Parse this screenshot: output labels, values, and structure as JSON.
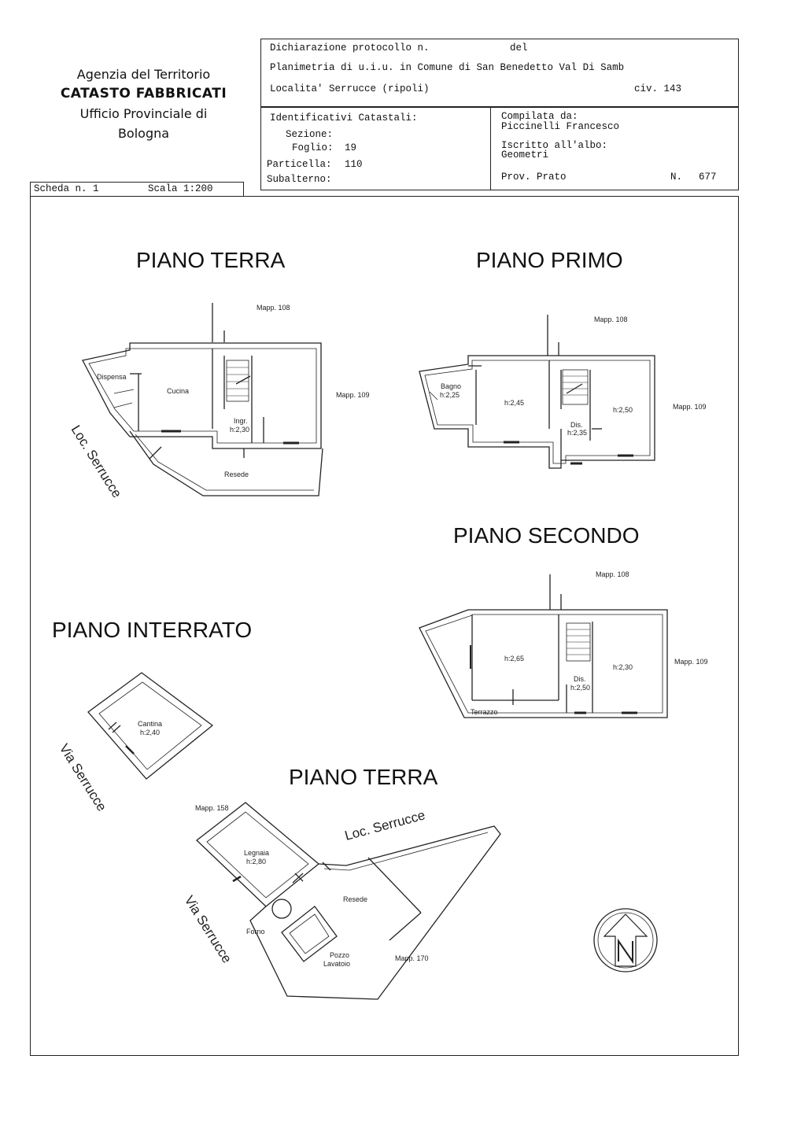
{
  "agency": {
    "line1": "Agenzia del Territorio",
    "line2": "CATASTO FABBRICATI",
    "line3": "Ufficio Provinciale di",
    "line4": "Bologna"
  },
  "header": {
    "dichiarazione": "Dichiarazione protocollo n.",
    "del": "del",
    "planimetria": "Planimetria di u.i.u. in Comune di San Benedetto Val Di Samb",
    "localita": "Localita' Serrucce (ripoli)",
    "civ": "civ. 143"
  },
  "identificativi": {
    "title": "Identificativi Catastali:",
    "sezione_label": "Sezione:",
    "sezione_value": "",
    "foglio_label": "Foglio:",
    "foglio_value": "19",
    "particella_label": "Particella:",
    "particella_value": "110",
    "subalterno_label": "Subalterno:",
    "subalterno_value": ""
  },
  "compilata": {
    "label": "Compilata da:",
    "name": "Piccinelli Francesco",
    "iscritto_label": "Iscritto all'albo:",
    "iscritto_value": "Geometri",
    "prov_label": "Prov. Prato",
    "n_label": "N.",
    "n_value": "677"
  },
  "scheda": {
    "label": "Scheda n. 1",
    "scala": "Scala 1:200"
  },
  "plans": {
    "piano_terra": {
      "title": "PIANO TERRA",
      "mapp_top": "Mapp. 108",
      "mapp_right": "Mapp. 109",
      "room_dispensa": "Dispensa",
      "room_cucina": "Cucina",
      "room_ingr": "Ingr.",
      "room_ingr_h": "h:2,30",
      "room_resede": "Resede",
      "street": "Loc. Serrucce"
    },
    "piano_primo": {
      "title": "PIANO PRIMO",
      "mapp_top": "Mapp. 108",
      "mapp_right": "Mapp. 109",
      "room_bagno": "Bagno",
      "room_bagno_h": "h:2,25",
      "room1_h": "h:2,45",
      "room_dis": "Dis.",
      "room_dis_h": "h:2,35",
      "room2_h": "h:2,50"
    },
    "piano_secondo": {
      "title": "PIANO SECONDO",
      "mapp_top": "Mapp. 108",
      "mapp_right": "Mapp. 109",
      "room1_h": "h:2,65",
      "room_dis": "Dis.",
      "room_dis_h": "h:2,50",
      "room2_h": "h:2,30",
      "terrazzo": "Terrazzo"
    },
    "piano_interrato": {
      "title": "PIANO INTERRATO",
      "room_cantina": "Cantina",
      "room_cantina_h": "h:2,40",
      "street": "Via Serrucce"
    },
    "piano_terra_2": {
      "title": "PIANO TERRA",
      "mapp_158": "Mapp. 158",
      "mapp_170": "Mapp. 170",
      "room_legnaia": "Legnaia",
      "room_legnaia_h": "h:2,80",
      "resede": "Resede",
      "forno": "Forno",
      "pozzo": "Pozzo",
      "lavatoio": "Lavatoio",
      "street_loc": "Loc. Serrucce",
      "street_via": "Via Serrucce"
    }
  }
}
